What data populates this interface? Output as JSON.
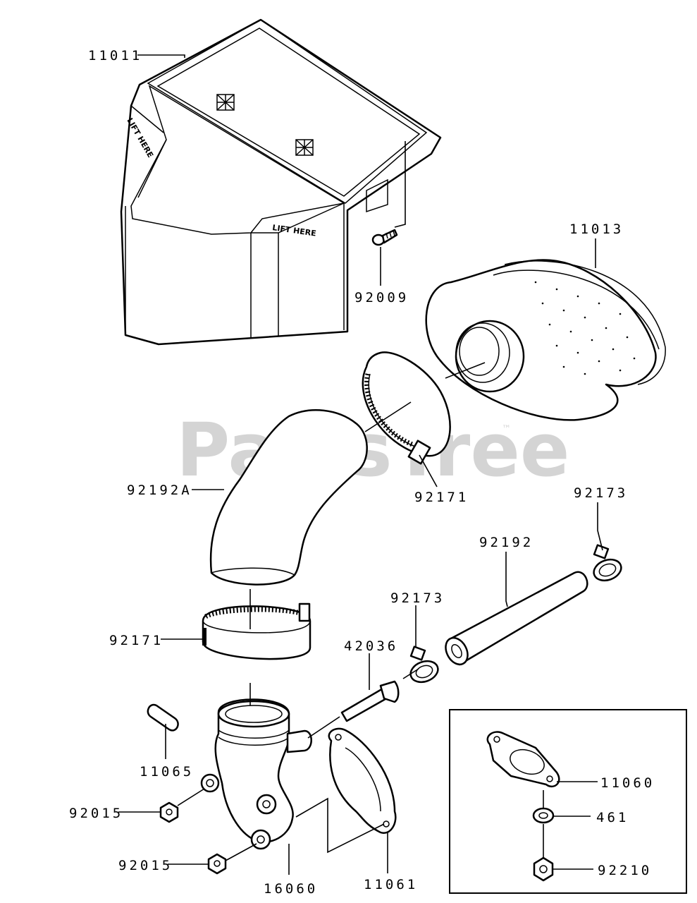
{
  "watermark": {
    "text": "PartsTree",
    "trademark": "™"
  },
  "markings": {
    "lift_here": "LIFT HERE"
  },
  "parts": [
    {
      "id": "11011"
    },
    {
      "id": "92009"
    },
    {
      "id": "11013"
    },
    {
      "id": "92171"
    },
    {
      "id": "92192A"
    },
    {
      "id": "92173"
    },
    {
      "id": "92192"
    },
    {
      "id": "92171"
    },
    {
      "id": "92173"
    },
    {
      "id": "42036"
    },
    {
      "id": "11065"
    },
    {
      "id": "92015"
    },
    {
      "id": "92015"
    },
    {
      "id": "16060"
    },
    {
      "id": "11061"
    },
    {
      "id": "11060"
    },
    {
      "id": "461"
    },
    {
      "id": "92210"
    }
  ]
}
